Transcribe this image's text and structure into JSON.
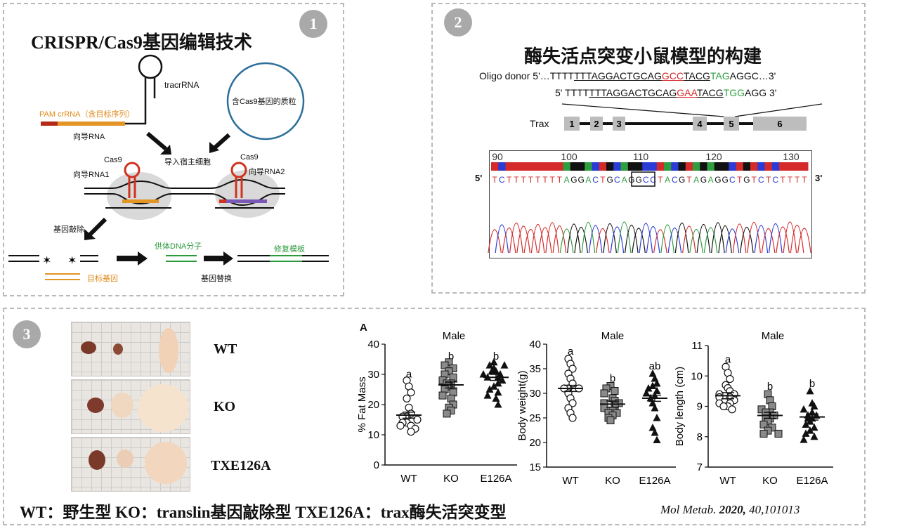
{
  "panel1": {
    "badge": "1",
    "title": "CRISPR/Cas9基因编辑技术",
    "labels": {
      "tracr": "tracrRNA",
      "pam": "PAM crRNA（含目标序列）",
      "guide": "向导RNA",
      "plasmid": "含Cas9基因的质粒",
      "import": "导入宿主细胞",
      "cas9_left": "Cas9",
      "cas9_right": "Cas9",
      "guide1": "向导RNA1",
      "guide2": "向导RNA2",
      "knockout": "基因敲除",
      "donor": "供体DNA分子",
      "repair": "修复模板",
      "target": "目标基因",
      "replace": "基因替换"
    }
  },
  "panel2": {
    "badge": "2",
    "title": "酶失活点突变小鼠模型的构建",
    "oligo_label": "Oligo donor",
    "seq1": {
      "prefix": "5'…TTTT",
      "under": "TTTAGGACTGCAG",
      "red": "GCC",
      "mid": "TACG",
      "green": "TAG",
      "suffix": "AGGC…3'"
    },
    "seq2": {
      "prefix": "5' TTTT",
      "under": "TTTAGGACTGCAG",
      "red": "GAA",
      "mid": "TACG",
      "green": "TGG",
      "suffix": "AGG 3'"
    },
    "gene_label": "Trax",
    "exons": [
      "1",
      "2",
      "3",
      "4",
      "5",
      "6"
    ],
    "ticks": [
      "90",
      "100",
      "110",
      "120",
      "130"
    ],
    "seq_read": "TCTTTTTTTTAGGACTGCAGGCCTACGTAGAGGCTGTCTCTTTT",
    "end5": "5'",
    "end3": "3'",
    "colors": {
      "A": "#2e9e3e",
      "C": "#2a3bd6",
      "G": "#111111",
      "T": "#d42a2a"
    }
  },
  "panel3": {
    "badge": "3",
    "rows": [
      "WT",
      "KO",
      "TXE126A"
    ],
    "footer": "WT：野生型   KO：translin基因敲除型   TXE126A：trax酶失活突变型",
    "citation_journal": "Mol Metab.",
    "citation_year": "2020,",
    "citation_ref": "40,101013",
    "panel_letter": "A"
  },
  "chart_data": [
    {
      "type": "scatter",
      "title": "Male",
      "ylabel": "% Fat Mass",
      "categories": [
        "WT",
        "KO",
        "E126A"
      ],
      "ylim": [
        0,
        40
      ],
      "yticks": [
        "0",
        "10",
        "20",
        "30",
        "40"
      ],
      "letters": [
        "a",
        "b",
        "b"
      ],
      "markers": [
        "circle",
        "square",
        "triangle"
      ],
      "means": [
        16.5,
        26.5,
        29
      ],
      "series": [
        {
          "values": [
            28,
            26,
            24,
            22,
            19,
            17,
            16,
            16,
            15,
            14,
            14,
            13,
            13,
            12,
            11
          ]
        },
        {
          "values": [
            34,
            33,
            32,
            31,
            30,
            29,
            28,
            27,
            27,
            26,
            25,
            24,
            23,
            22,
            20,
            19,
            18,
            17
          ]
        },
        {
          "values": [
            34,
            33,
            33,
            32,
            31,
            31,
            30,
            30,
            29,
            29,
            28,
            27,
            26,
            25,
            24,
            23,
            22,
            20
          ]
        }
      ]
    },
    {
      "type": "scatter",
      "title": "Male",
      "ylabel": "Body weight(g)",
      "categories": [
        "WT",
        "KO",
        "E126A"
      ],
      "ylim": [
        15,
        40
      ],
      "yticks": [
        "15",
        "20",
        "25",
        "30",
        "35",
        "40"
      ],
      "letters": [
        "a",
        "b",
        "ab"
      ],
      "markers": [
        "circle",
        "square",
        "triangle"
      ],
      "means": [
        31,
        27.8,
        29
      ],
      "series": [
        {
          "values": [
            37,
            36,
            35,
            34,
            33,
            32,
            31,
            31,
            31,
            30,
            29,
            28,
            27,
            26,
            25
          ]
        },
        {
          "values": [
            31.5,
            31,
            30.5,
            30,
            29,
            28.5,
            28,
            28,
            27.5,
            27,
            26.5,
            26,
            26,
            25.5,
            25,
            24.5
          ]
        },
        {
          "values": [
            34,
            33,
            32,
            31.5,
            31,
            30.5,
            30,
            29.5,
            29,
            28,
            27,
            25,
            23,
            22,
            20.5
          ]
        }
      ]
    },
    {
      "type": "scatter",
      "title": "Male",
      "ylabel": "Body length (cm)",
      "categories": [
        "WT",
        "KO",
        "E126A"
      ],
      "ylim": [
        7,
        11
      ],
      "yticks": [
        "7",
        "8",
        "9",
        "10",
        "11"
      ],
      "letters": [
        "a",
        "b",
        "b"
      ],
      "markers": [
        "circle",
        "square",
        "triangle"
      ],
      "means": [
        9.35,
        8.7,
        8.65
      ],
      "series": [
        {
          "values": [
            10.3,
            10.1,
            9.9,
            9.7,
            9.6,
            9.5,
            9.4,
            9.4,
            9.3,
            9.3,
            9.2,
            9.1,
            9.1,
            9.0,
            9.0,
            8.9
          ]
        },
        {
          "values": [
            9.4,
            9.2,
            9.0,
            8.9,
            8.8,
            8.8,
            8.7,
            8.6,
            8.6,
            8.5,
            8.4,
            8.3,
            8.2,
            8.1,
            8.1
          ]
        },
        {
          "values": [
            9.5,
            9.1,
            9.0,
            8.9,
            8.8,
            8.7,
            8.7,
            8.6,
            8.6,
            8.5,
            8.4,
            8.3,
            8.2,
            8.1,
            8.0,
            7.9
          ]
        }
      ]
    }
  ]
}
